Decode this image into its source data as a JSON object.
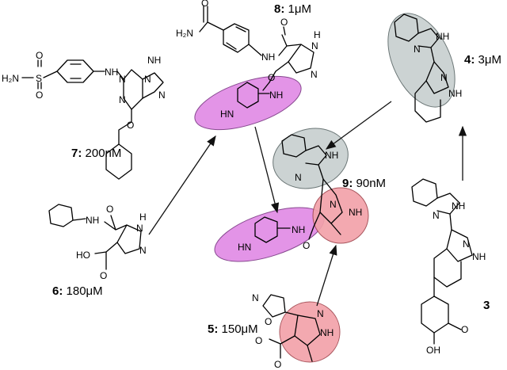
{
  "atoms": {
    "h2n": "H₂N",
    "s": "S",
    "o": "O",
    "nh": "NH",
    "n": "N",
    "hn": "HN",
    "h": "H",
    "hns": "N",
    "oh": "OH",
    "ho": "HO"
  },
  "compounds": [
    {
      "id": "c7",
      "num": "7:",
      "value": " 200nM"
    },
    {
      "id": "c8",
      "num": "8:",
      "value": " 1μM"
    },
    {
      "id": "c4",
      "num": "4:",
      "value": " 3μM"
    },
    {
      "id": "c6",
      "num": "6:",
      "value": " 180μM"
    },
    {
      "id": "c9",
      "num": "9:",
      "value": " 90nM"
    },
    {
      "id": "c5",
      "num": "5:",
      "value": " 150μM"
    },
    {
      "id": "c3",
      "num": "3",
      "value": ""
    }
  ],
  "colors": {
    "magenta": "#e18be6",
    "pink": "#f2a2aa",
    "gray": "#c8d0d0"
  }
}
